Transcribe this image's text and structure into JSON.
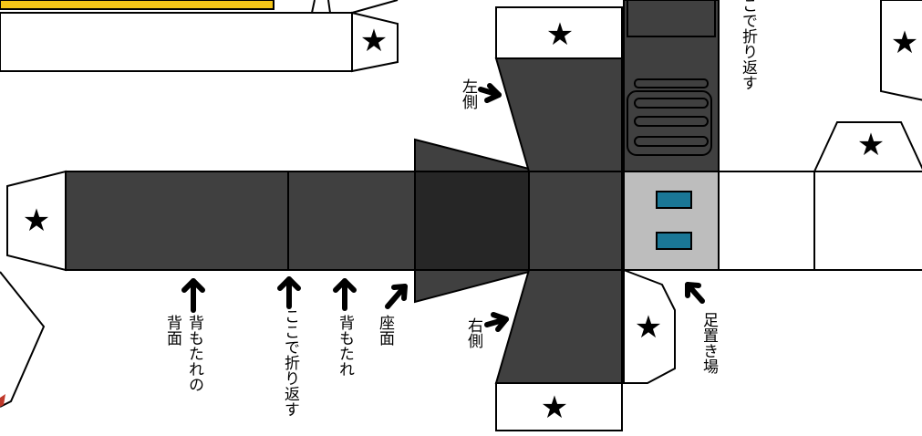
{
  "labels": {
    "left_side": "左側",
    "right_side": "右側",
    "fold_here": "ここで折り返す",
    "fold_here_top": "ここで折り返す",
    "backrest": "背もたれ",
    "backrest_back_line1": "背もたれの",
    "backrest_back_line2": "背面",
    "seat": "座面",
    "footrest": "足置き場"
  },
  "glue_tab_mark": "★",
  "colors": {
    "dark_panel": "#404040",
    "darker_panel": "#262626",
    "light_gray": "#bdbdbd",
    "teal": "#1a7796",
    "outline": "#000000",
    "accent_yellow": "#f5c518"
  }
}
